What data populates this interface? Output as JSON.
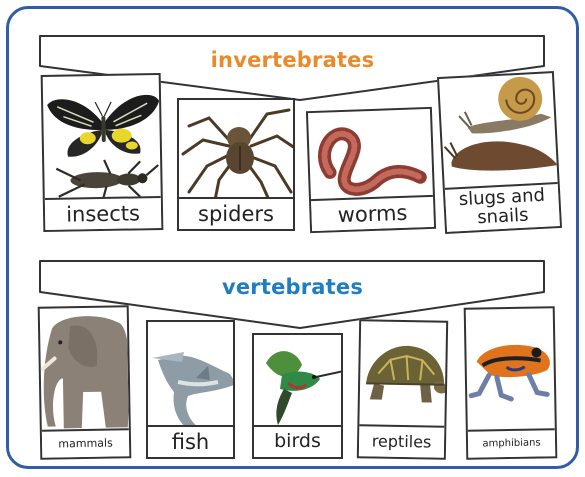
{
  "groups": {
    "invertebrates": {
      "title": "invertebrates",
      "color": "#e98a2c",
      "cards": [
        "insects",
        "spiders",
        "worms",
        "slugs and snails"
      ]
    },
    "vertebrates": {
      "title": "vertebrates",
      "color": "#1f7dc1",
      "cards": [
        "mammals",
        "fish",
        "birds",
        "reptiles",
        "amphibians"
      ]
    }
  },
  "icons": [
    "butterfly-icon",
    "beetle-icon",
    "spider-icon",
    "worm-icon",
    "snail-icon",
    "slug-icon",
    "elephant-icon",
    "shark-icon",
    "hummingbird-icon",
    "tortoise-icon",
    "frog-icon"
  ],
  "colors": {
    "frame": "#2f5ea3"
  }
}
